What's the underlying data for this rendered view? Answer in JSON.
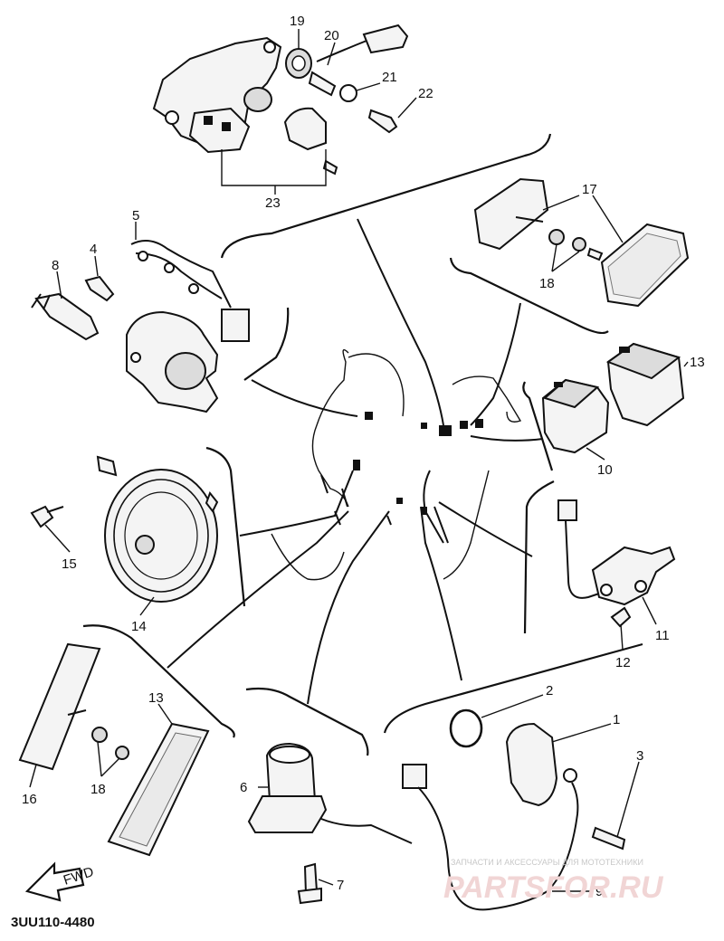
{
  "diagram": {
    "reference_code": "3UU110-4480",
    "direction_arrow_label": "FWD",
    "watermark_line1": "ЗАПЧАСТИ И АКСЕССУАРЫ ДЛЯ МОТОТЕХНИКИ",
    "watermark_line2": "PARTSFOR.RU",
    "callouts": {
      "c1": "1",
      "c2": "2",
      "c3": "3",
      "c4": "4",
      "c5": "5",
      "c6": "6",
      "c7": "7",
      "c8": "8",
      "c9": "9",
      "c10": "10",
      "c11": "11",
      "c12": "12",
      "c13": "13",
      "c14": "14",
      "c15": "15",
      "c16": "16",
      "c17": "17",
      "c18a": "18",
      "c18b": "18",
      "c19": "19",
      "c20": "20",
      "c21": "21",
      "c22": "22",
      "c23": "23",
      "c13b": "13"
    }
  }
}
